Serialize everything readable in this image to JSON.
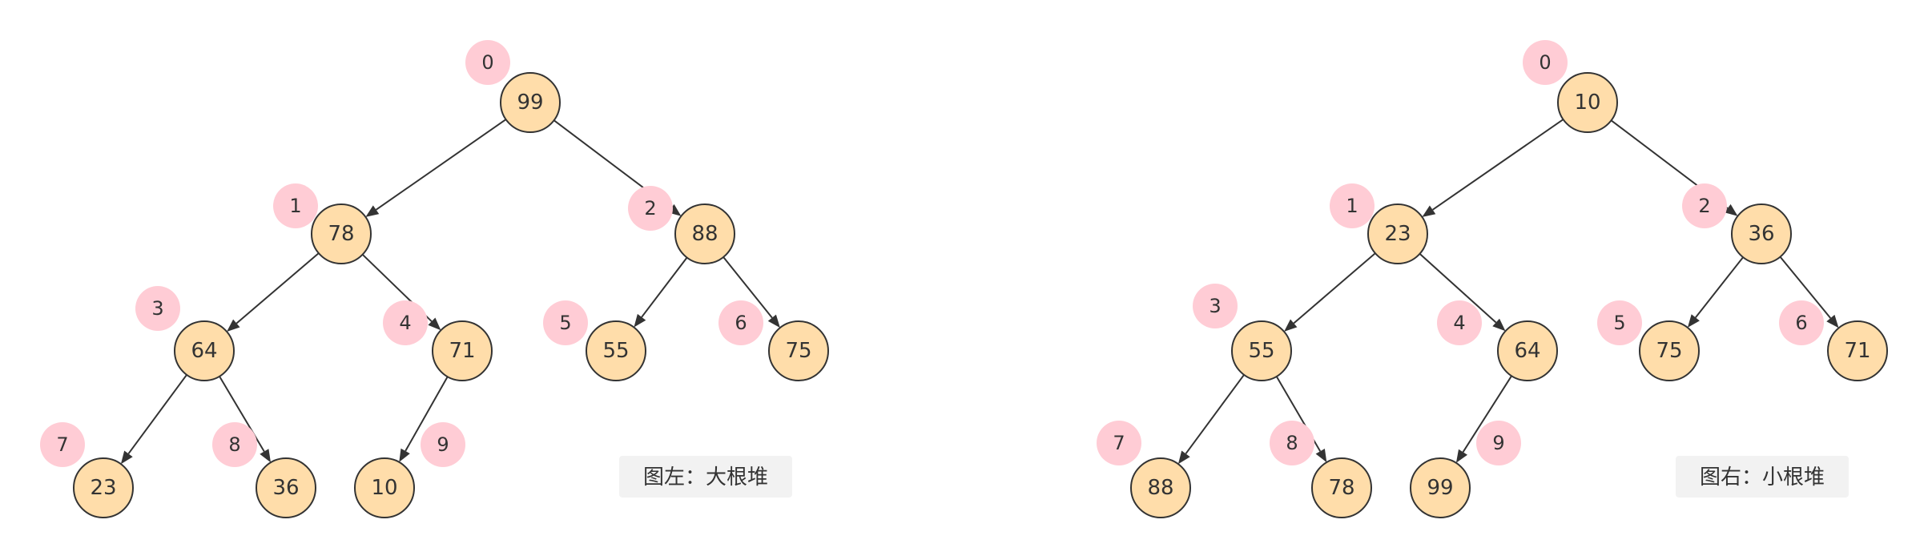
{
  "colors": {
    "node_fill": "#FFDDAA",
    "index_fill": "#FFCCD5",
    "edge": "#333333",
    "caption_bg": "#F2F2F2"
  },
  "heaps": [
    {
      "id": "max-heap",
      "caption": "图左：大根堆",
      "values": [
        "99",
        "78",
        "88",
        "64",
        "71",
        "55",
        "75",
        "23",
        "36",
        "10"
      ],
      "indices": [
        "0",
        "1",
        "2",
        "3",
        "4",
        "5",
        "6",
        "7",
        "8",
        "9"
      ]
    },
    {
      "id": "min-heap",
      "caption": "图右：小根堆",
      "values": [
        "10",
        "23",
        "36",
        "55",
        "64",
        "75",
        "71",
        "88",
        "78",
        "99"
      ],
      "indices": [
        "0",
        "1",
        "2",
        "3",
        "4",
        "5",
        "6",
        "7",
        "8",
        "9"
      ]
    }
  ]
}
